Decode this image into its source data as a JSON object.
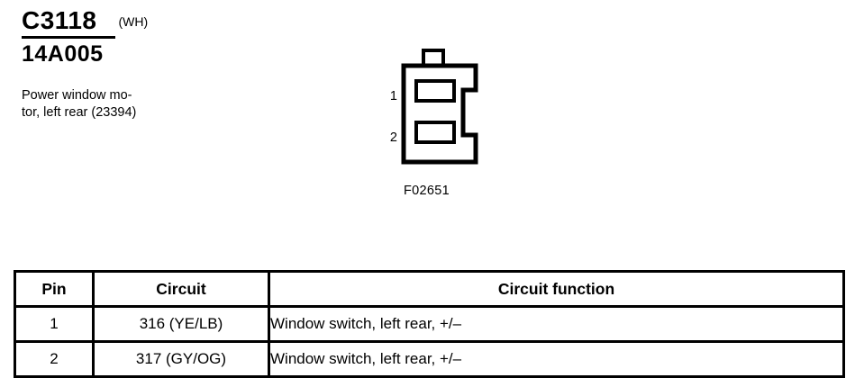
{
  "header": {
    "connector_id": "C3118",
    "color_code": "(WH)",
    "part_number": "14A005",
    "description": "Power window mo-\ntor, left rear (23394)"
  },
  "diagram": {
    "figure_code": "F02651",
    "pin_labels": [
      "1",
      "2"
    ],
    "stroke_color": "#000000",
    "fill_color": "#ffffff"
  },
  "table": {
    "columns": [
      "Pin",
      "Circuit",
      "Circuit function"
    ],
    "rows": [
      {
        "pin": "1",
        "circuit": "316 (YE/LB)",
        "function": "Window switch, left rear, +/–"
      },
      {
        "pin": "2",
        "circuit": "317 (GY/OG)",
        "function": "Window switch, left rear, +/–"
      }
    ]
  }
}
